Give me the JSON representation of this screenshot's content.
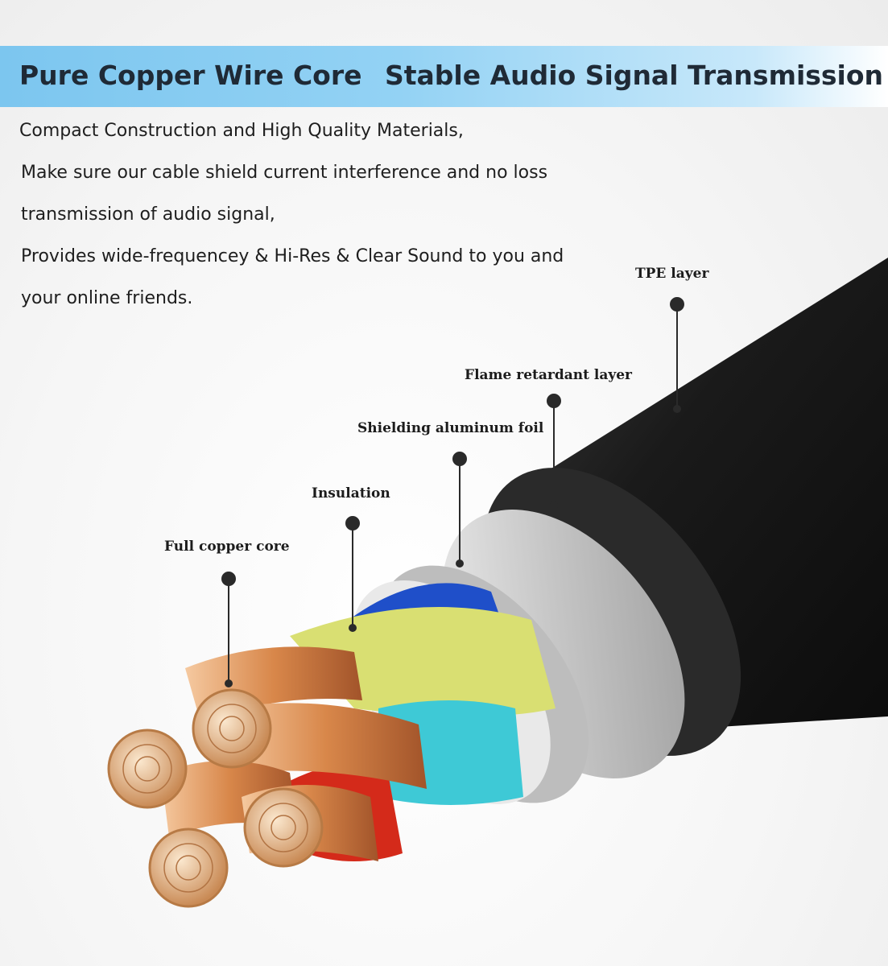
{
  "banner": {
    "title_left": "Pure Copper Wire Core",
    "title_right": "Stable Audio Signal Transmission"
  },
  "description": {
    "lines": [
      "Compact Construction and High Quality Materials,",
      "Make sure our cable shield current interference and no loss",
      "transmission of audio signal,",
      "Provides wide-frequencey & Hi-Res & Clear Sound to you and",
      "your online friends."
    ]
  },
  "callouts": {
    "tpe": "TPE layer",
    "flame": "Flame retardant layer",
    "shield": "Shielding aluminum foil",
    "insulation": "Insulation",
    "core": "Full copper core"
  },
  "colors": {
    "banner": "#8fd0f3",
    "jacket": "#1b1b1b",
    "foil": "#c9c9c9",
    "insulation_blue": "#1f4fc9",
    "insulation_yellow": "#d9df72",
    "insulation_cyan": "#3ec9d6",
    "insulation_red": "#d42a1a",
    "copper": "#d98a50"
  }
}
